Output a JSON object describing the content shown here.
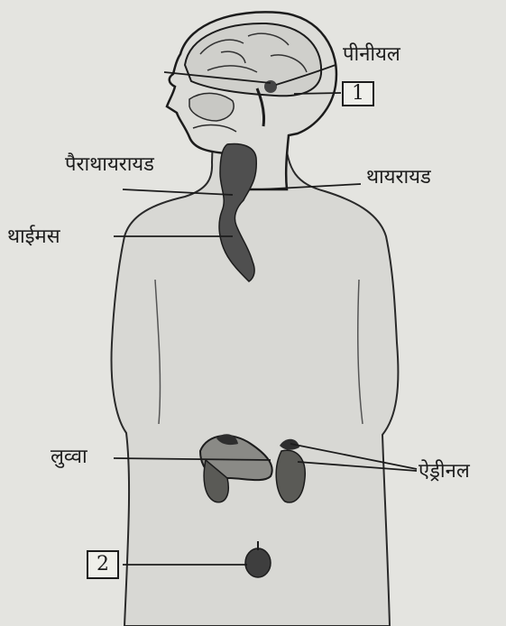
{
  "labels": {
    "pineal": "पीनीयल",
    "box1": "1",
    "parathyroid": "पैराथायरायड",
    "thyroid": "थायरायड",
    "thymus": "थाईमस",
    "pancreas": "लुव्वा",
    "adrenal": "ऐड्रीनल",
    "box2": "2"
  },
  "colors": {
    "background": "#e4e4e0",
    "ink": "#1c1c1c",
    "body_fill": "#d6d6d2",
    "gland": "#4a4a4a"
  }
}
